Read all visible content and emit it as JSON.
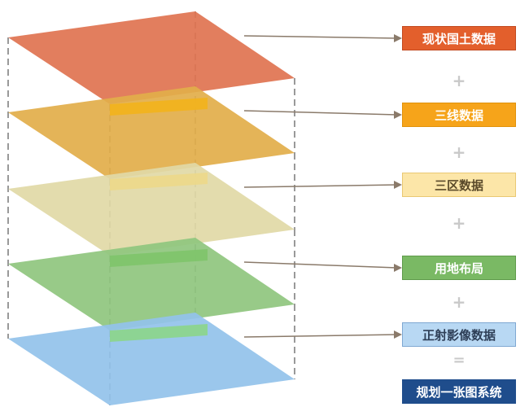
{
  "layers": [
    {
      "name": "现状国土数据",
      "fill": "#e07350",
      "accent": "#e8673a",
      "box_bg": "#e35f2c",
      "box_text": "#ffffff",
      "box_border": "#c24a20"
    },
    {
      "name": "三线数据",
      "fill": "#e2ae4a",
      "accent": "#f2b21c",
      "box_bg": "#f6a41a",
      "box_text": "#ffffff",
      "box_border": "#e0920c"
    },
    {
      "name": "三区数据",
      "fill": "#e1d9a6",
      "accent": "#ecd88a",
      "box_bg": "#fce6a8",
      "box_text": "#5a4a2a",
      "box_border": "#e9c873"
    },
    {
      "name": "用地布局",
      "fill": "#8fc57e",
      "accent": "#7ec46a",
      "box_bg": "#7ab964",
      "box_text": "#ffffff",
      "box_border": "#5f9b4b"
    },
    {
      "name": "正射影像数据",
      "fill": "#92c2ea",
      "accent": "#8cd58a",
      "box_bg": "#b8d8f3",
      "box_text": "#2e3f57",
      "box_border": "#7fa8d2"
    }
  ],
  "operators": [
    "+",
    "+",
    "+",
    "+",
    "="
  ],
  "result": {
    "name": "规划一张图系统",
    "box_bg": "#1f4d8c",
    "box_text": "#ffffff"
  },
  "arrow_color": "#8a7a6a",
  "dash_color": "#999999"
}
